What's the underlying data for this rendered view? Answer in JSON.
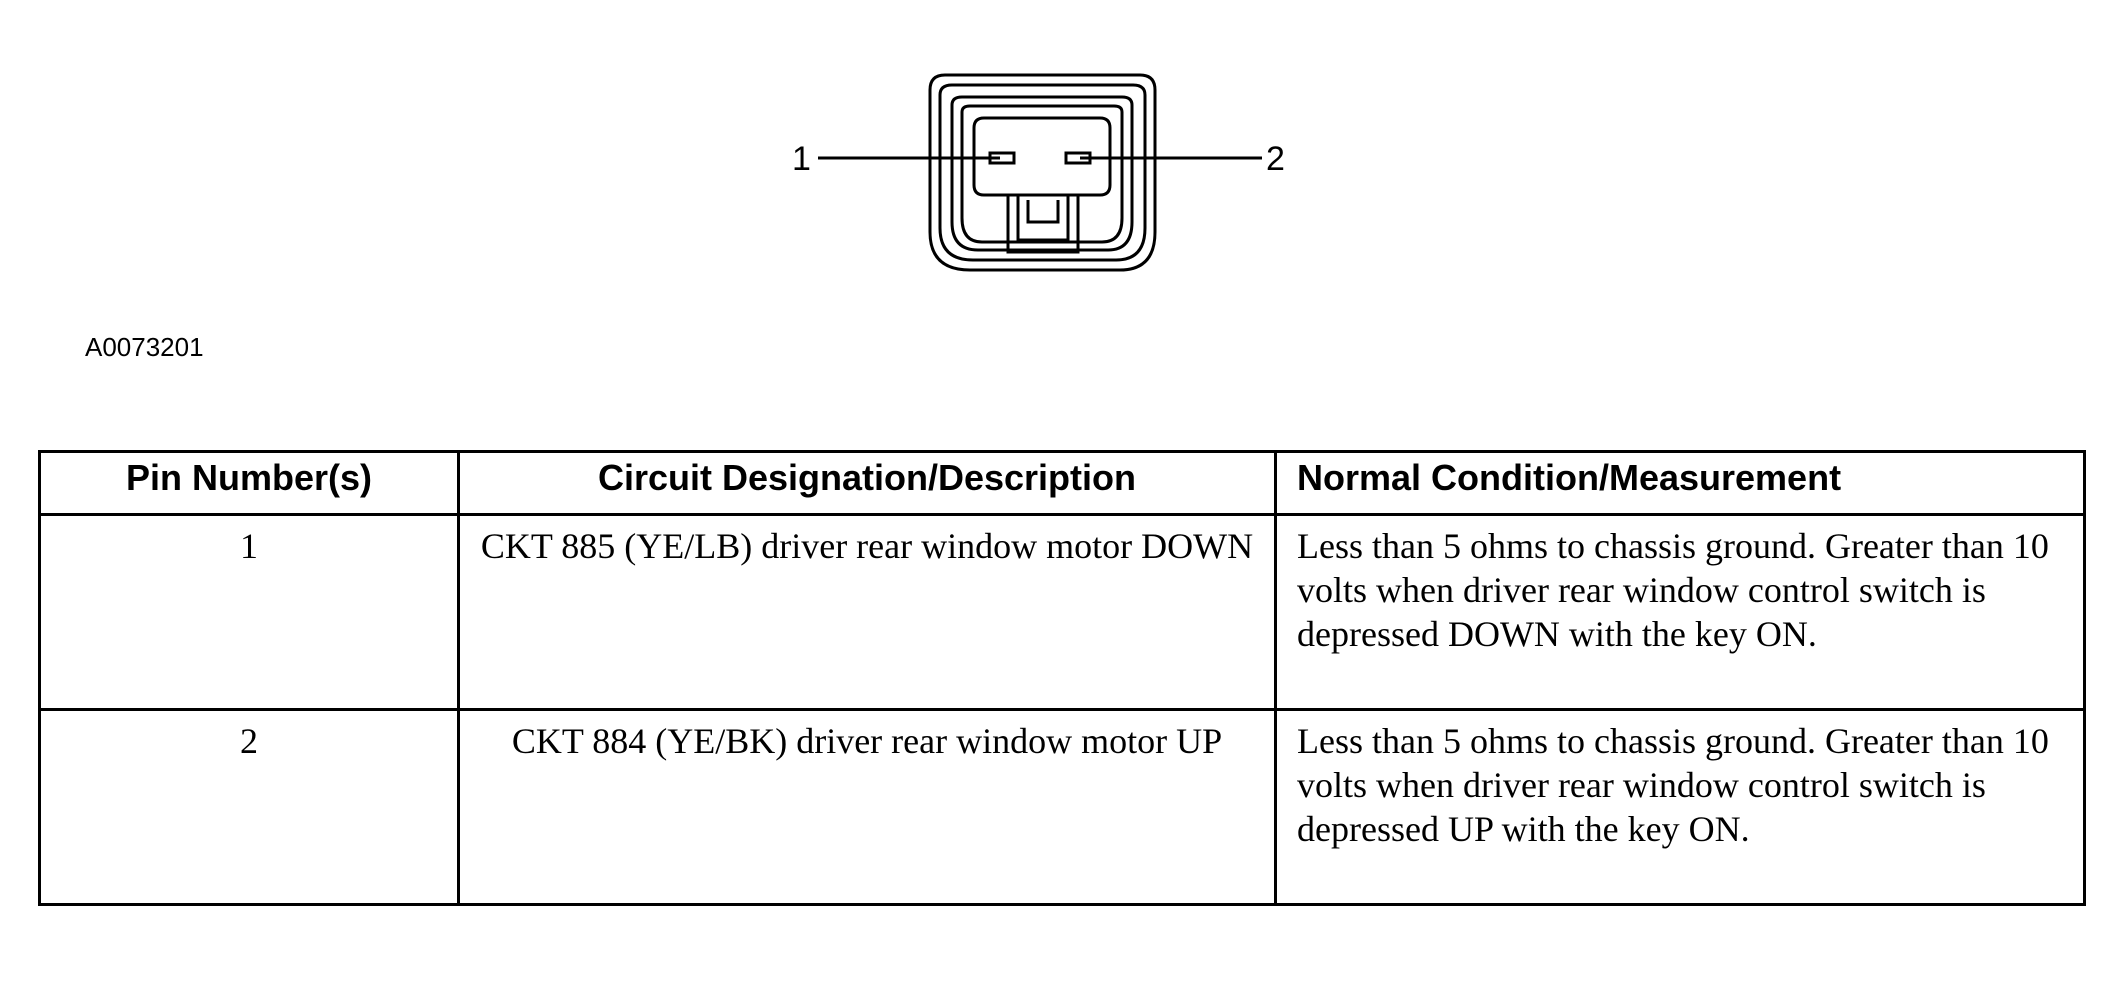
{
  "figure": {
    "id": "A0073201",
    "pin_labels": [
      "1",
      "2"
    ]
  },
  "table": {
    "headers": [
      "Pin Number(s)",
      "Circuit Designation/Description",
      "Normal Condition/Measurement"
    ],
    "rows": [
      {
        "pin": "1",
        "circuit": "CKT 885 (YE/LB) driver rear window motor DOWN",
        "condition": "Less than 5 ohms to chassis ground. Greater than 10 volts when driver rear window control switch is depressed DOWN with the key ON."
      },
      {
        "pin": "2",
        "circuit": "CKT 884 (YE/BK) driver rear window motor UP",
        "condition": "Less than 5 ohms to chassis ground. Greater than 10 volts when driver rear window control switch is depressed UP with the key ON."
      }
    ]
  }
}
